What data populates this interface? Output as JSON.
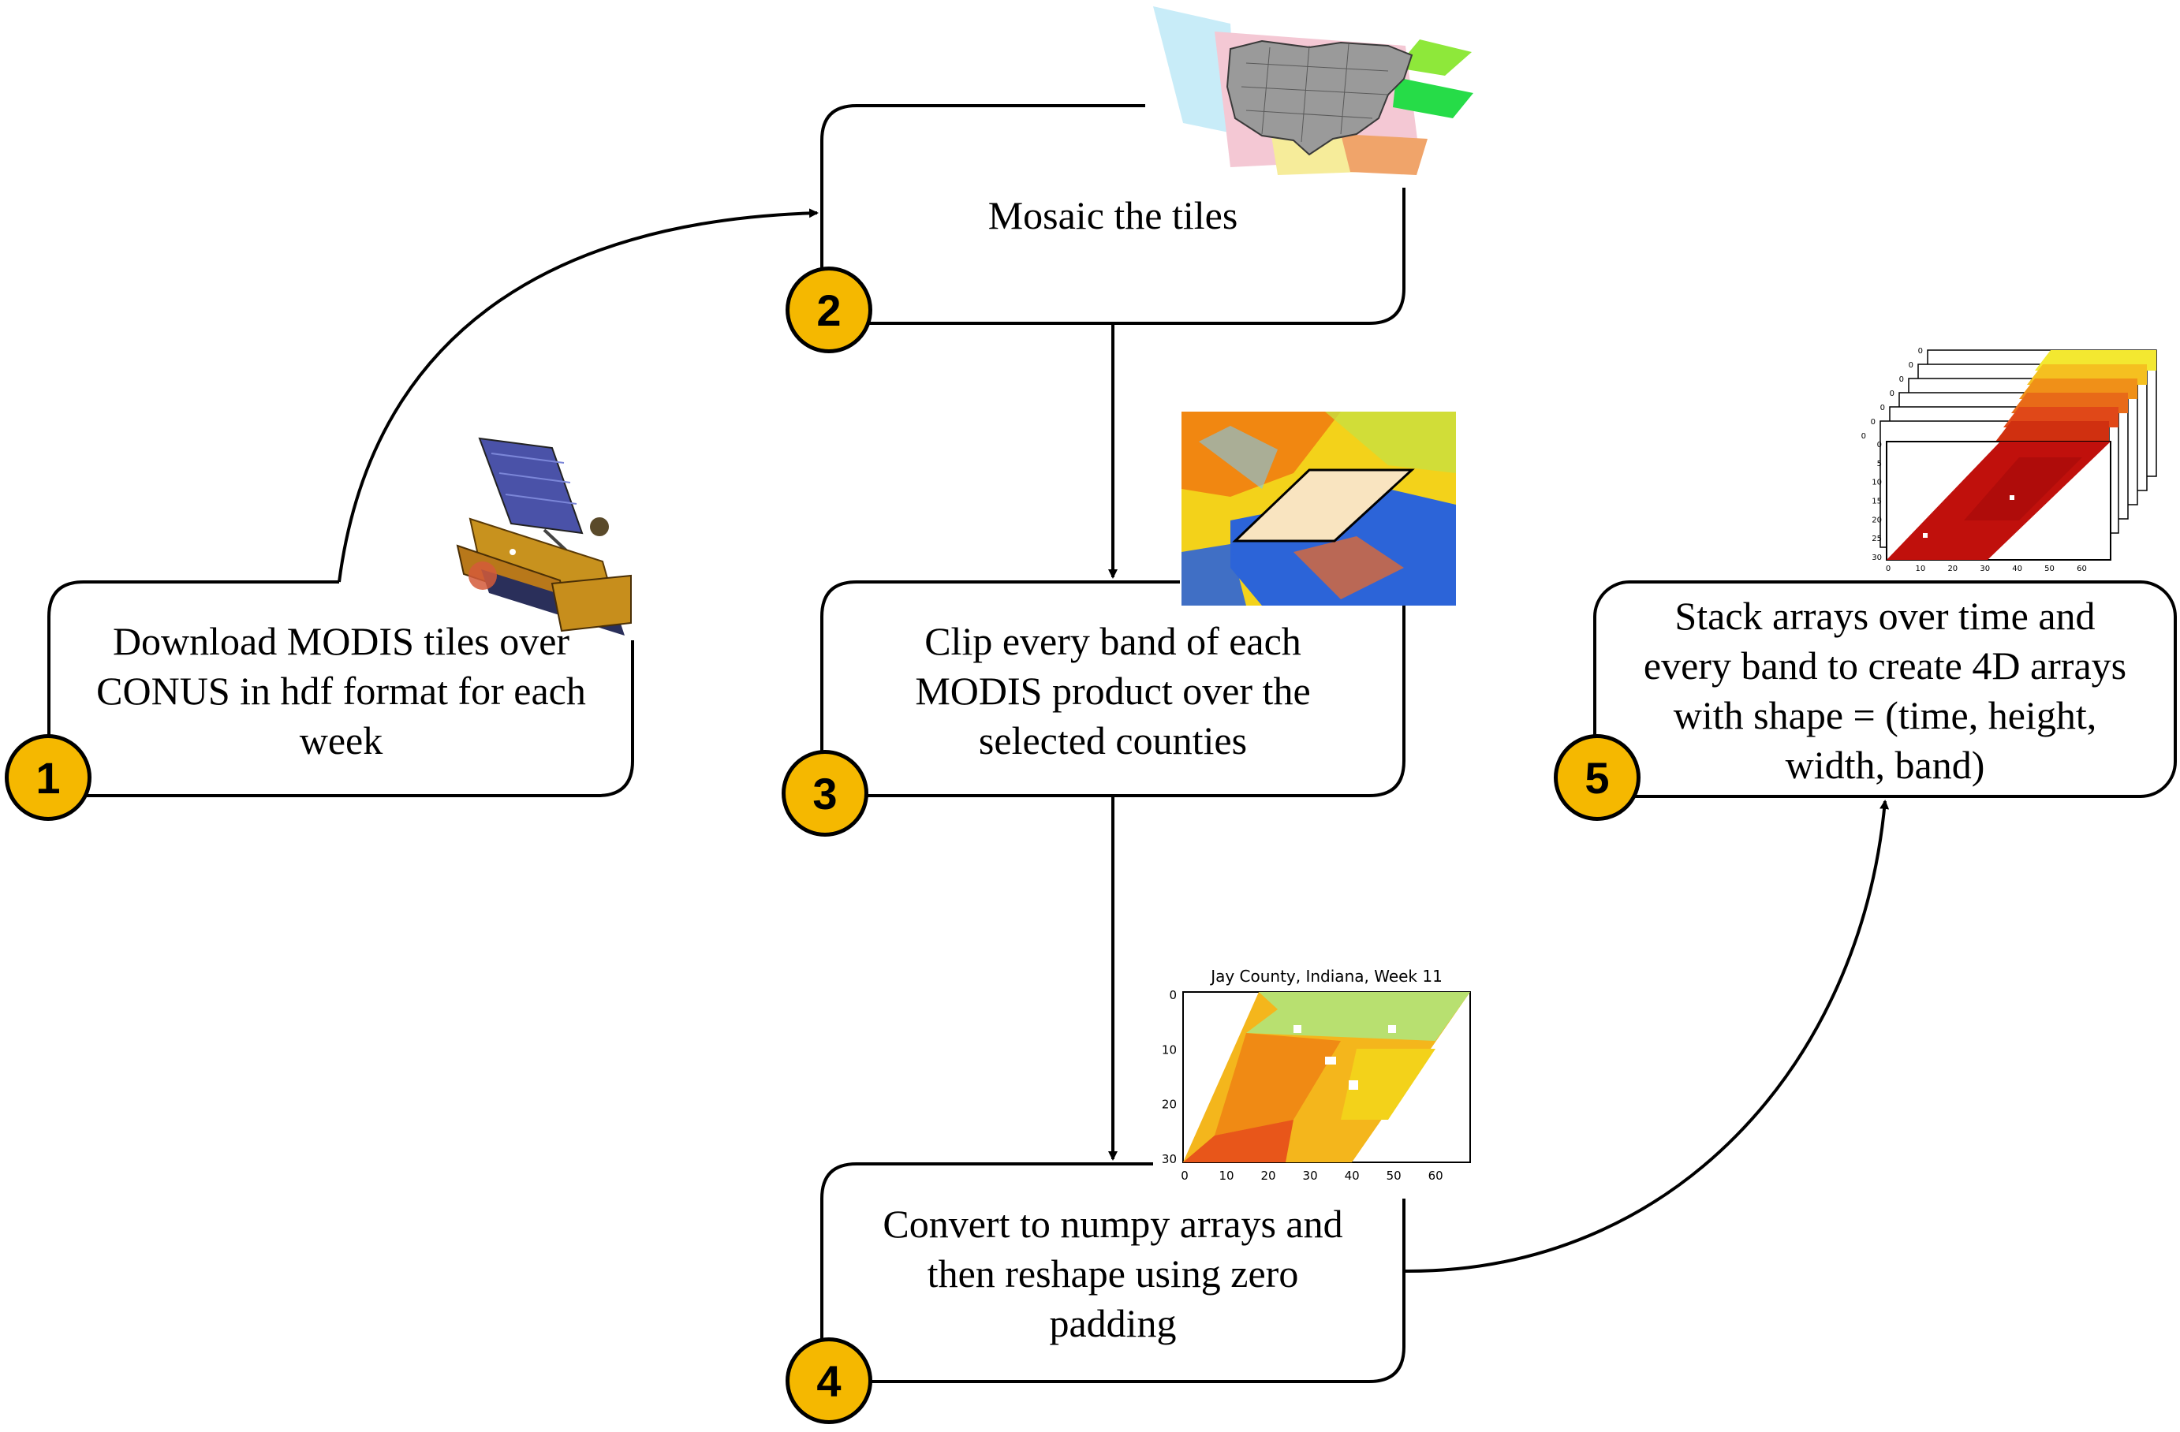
{
  "steps": [
    {
      "number": "1",
      "text": "Download MODIS tiles over CONUS in hdf format for each week",
      "lines": [
        "Download MODIS tiles over",
        "CONUS in hdf format for each",
        "week"
      ]
    },
    {
      "number": "2",
      "text": "Mosaic the tiles",
      "lines": [
        "Mosaic the tiles"
      ]
    },
    {
      "number": "3",
      "text": "Clip every band of each MODIS product over the selected counties",
      "lines": [
        "Clip every band of each",
        "MODIS product over the",
        "selected counties"
      ]
    },
    {
      "number": "4",
      "text": "Convert to numpy arrays and then reshape using zero padding",
      "lines": [
        "Convert to numpy arrays and",
        "then reshape using zero",
        "padding"
      ]
    },
    {
      "number": "5",
      "text": "Stack arrays over time and every band to create 4D arrays with shape = (time, height, width, band)",
      "lines": [
        "Stack arrays over time and",
        "every band to create 4D arrays",
        "with shape = (time, height,",
        "width, band)"
      ]
    }
  ],
  "thumbnails": {
    "satellite": {
      "icon": "satellite-icon"
    },
    "conus_map": {
      "icon": "us-map-icon"
    },
    "clip_map": {
      "icon": "clip-map-icon"
    },
    "array_plot": {
      "title": "Jay County, Indiana, Week 11",
      "y_ticks": [
        "0",
        "10",
        "20",
        "30"
      ],
      "x_ticks": [
        "0",
        "10",
        "20",
        "30",
        "40",
        "50",
        "60"
      ]
    },
    "stacked_plot": {
      "y_ticks": [
        "0",
        "5",
        "10",
        "15",
        "20",
        "25",
        "30"
      ],
      "x_ticks": [
        "0",
        "10",
        "20",
        "30",
        "40",
        "50",
        "60"
      ],
      "layer_labels": [
        "0",
        "0",
        "0",
        "0",
        "0",
        "0",
        "0"
      ]
    }
  },
  "colors": {
    "badge_fill": "#f5b800",
    "box_stroke": "#000000",
    "hot_red": "#c0100c",
    "orange": "#f07a10",
    "yellow": "#f3d21a",
    "blue": "#2c64d8"
  }
}
